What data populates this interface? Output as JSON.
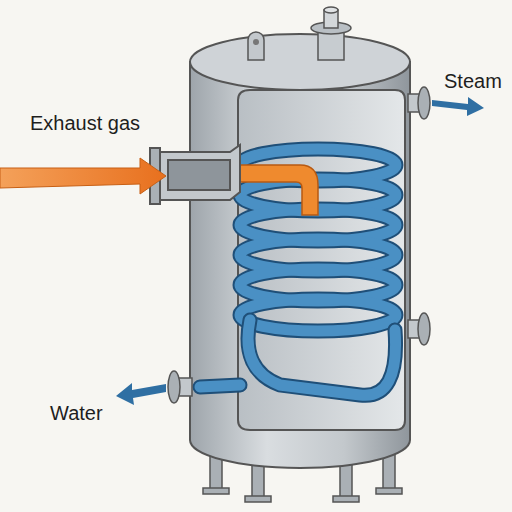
{
  "diagram": {
    "labels": [
      "Exhaust gas",
      "Steam",
      "Water"
    ]
  }
}
